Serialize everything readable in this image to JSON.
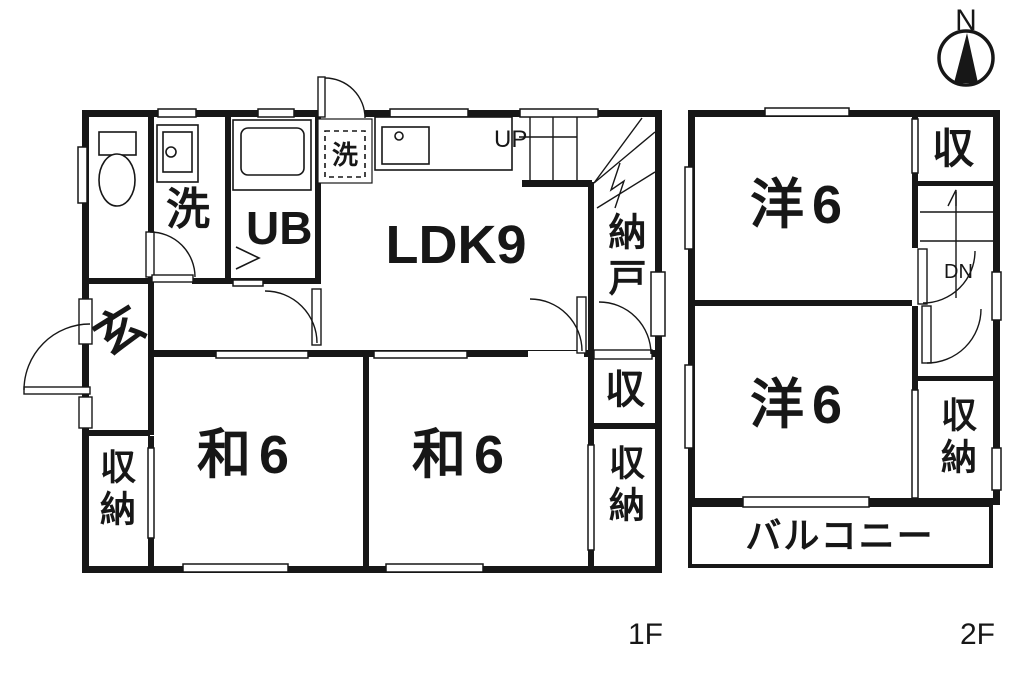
{
  "compass": {
    "north": "N"
  },
  "floor1": {
    "label": "1F",
    "rooms": {
      "washroom": "洗",
      "unit_bath": "UB",
      "laundry": "洗",
      "ldk": "LDK9",
      "stairs_up": "UP",
      "storeroom": "納戸",
      "entrance": "玄",
      "closet_small": "収",
      "closet_east": "収納",
      "closet_west": "収納",
      "tatami_west": "和6",
      "tatami_east": "和6"
    }
  },
  "floor2": {
    "label": "2F",
    "rooms": {
      "western_north": "洋6",
      "closet_north": "収",
      "stairs_down": "DN",
      "western_south": "洋6",
      "closet_south": "収納",
      "balcony": "バルコニー"
    }
  }
}
